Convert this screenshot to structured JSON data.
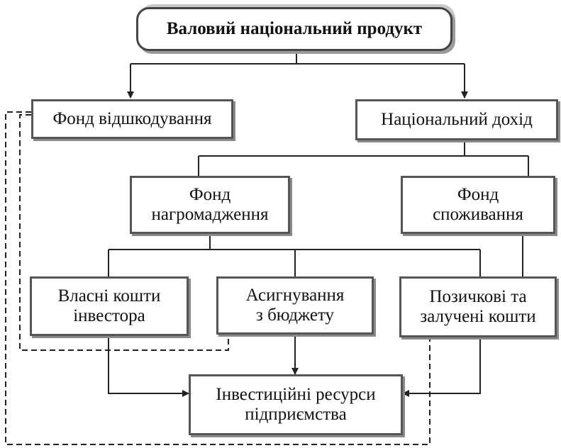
{
  "diagram": {
    "title": "Валовий національний продукт",
    "nodes": {
      "fund_compensation": "Фонд відшкодування",
      "national_income": "Національний дохід",
      "fund_accumulation": "Фонд\nнагромадження",
      "fund_consumption": "Фонд\nспоживання",
      "own_funds": "Власні кошти\nінвестора",
      "budget": "Асигнування\nз бюджету",
      "loans": "Позичкові та\nзалучені кошти",
      "resources": "Інвестиційні ресурси\nпідприємства"
    },
    "colors": {
      "line": "#222222",
      "border": "#555555",
      "shadow": "#8a8a8a"
    }
  }
}
